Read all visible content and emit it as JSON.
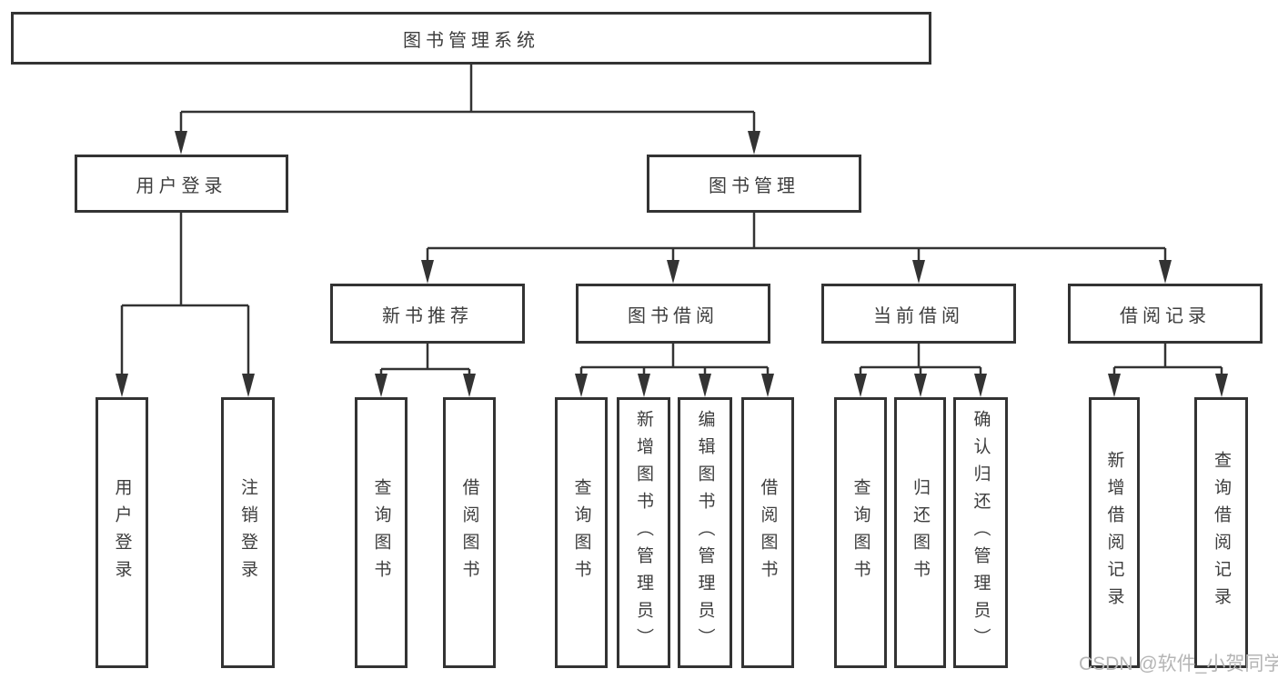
{
  "title": "图书管理系统",
  "tree": {
    "root": "图书管理系统",
    "login": {
      "label": "用户登录",
      "children": [
        "用户登录",
        "注销登录"
      ]
    },
    "mgmt": {
      "label": "图书管理",
      "modules": [
        {
          "label": "新书推荐",
          "children": [
            "查询图书",
            "借阅图书"
          ]
        },
        {
          "label": "图书借阅",
          "children": [
            "查询图书",
            "新增图书（管理员）",
            "编辑图书（管理员）",
            "借阅图书"
          ]
        },
        {
          "label": "当前借阅",
          "children": [
            "查询图书",
            "归还图书",
            "确认归还（管理员）"
          ]
        },
        {
          "label": "借阅记录",
          "children": [
            "新增借阅记录",
            "查询借阅记录"
          ]
        }
      ]
    }
  },
  "watermark": "CSDN @软件_小贺同学",
  "colors": {
    "line": "#333333",
    "text": "#3d3d3d",
    "background": "#ffffff",
    "watermark": "#b5b5b5"
  }
}
